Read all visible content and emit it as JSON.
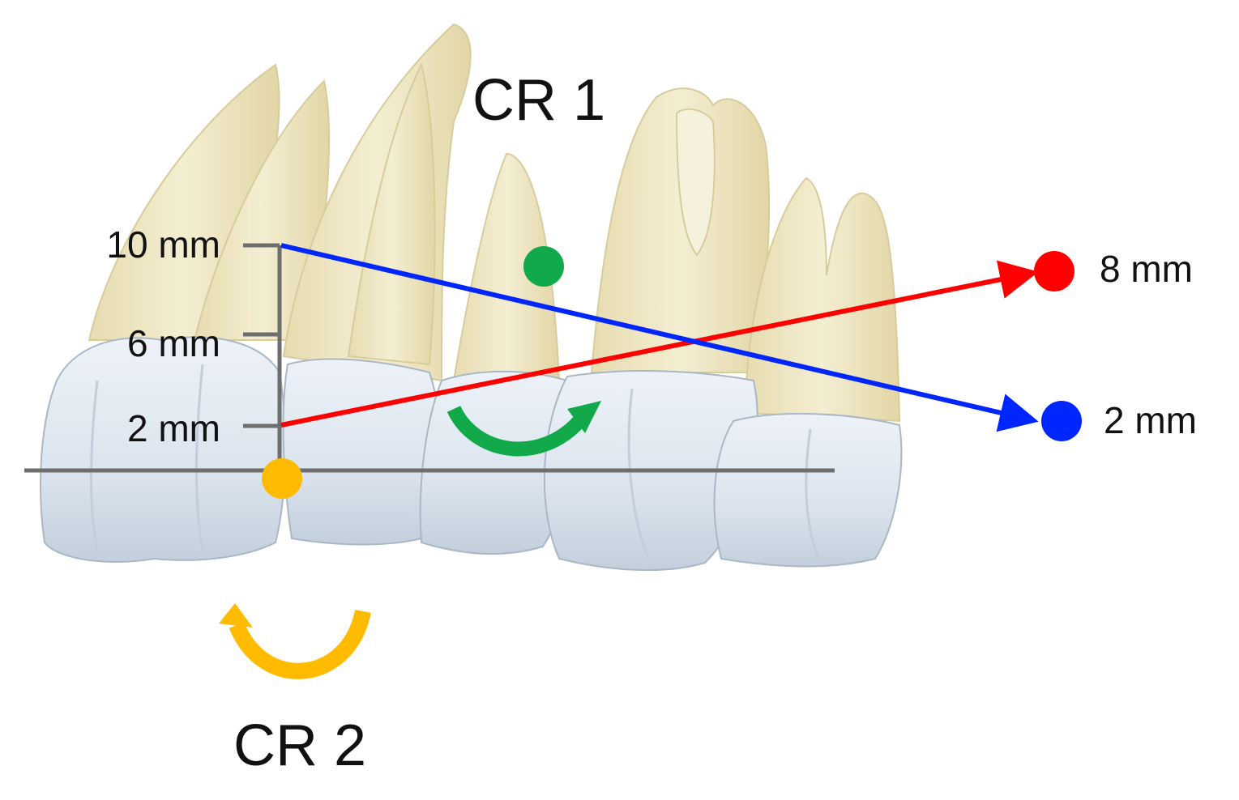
{
  "labels": {
    "cr1": "CR 1",
    "cr2": "CR 2",
    "scale_top": "10 mm",
    "scale_mid": "6 mm",
    "scale_bottom": "2 mm",
    "red_end": "8 mm",
    "blue_end": "2 mm"
  },
  "colors": {
    "root": "#efe7c4",
    "crown": "#dfe8f2",
    "crown_shadow": "#b9c6d4",
    "guide": "#6e6e6e",
    "red": "#ff0000",
    "blue": "#0026ff",
    "green": "#12a94a",
    "yellow": "#ffbb00"
  }
}
